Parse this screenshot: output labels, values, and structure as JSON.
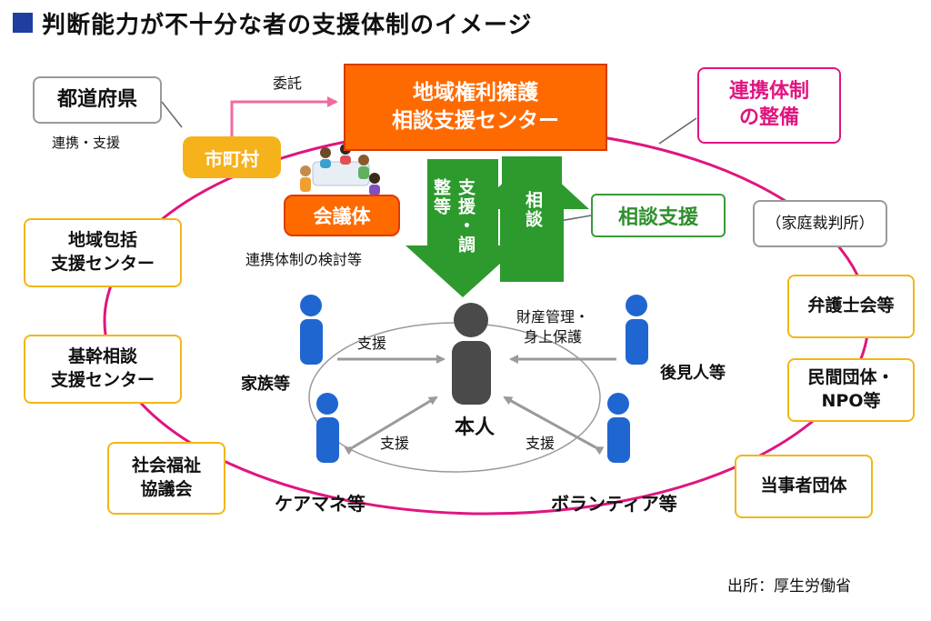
{
  "title": "判断能力が不十分な者の支援体制のイメージ",
  "nodes": {
    "prefecture": "都道府県",
    "prefecture_note": "連携・支援",
    "entrust": "委託",
    "center_line1": "地域権利擁護",
    "center_line2": "相談支援センター",
    "network_line1": "連携体制",
    "network_line2": "の整備",
    "municipality": "市町村",
    "council": "会議体",
    "council_note": "連携体制の検討等",
    "consult_support": "相談支援",
    "family_court": "（家庭裁判所）",
    "comm_center_line1": "地域包括",
    "comm_center_line2": "支援センター",
    "core_center_line1": "基幹相談",
    "core_center_line2": "支援センター",
    "welfare_line1": "社会福祉",
    "welfare_line2": "協議会",
    "bar_assoc": "弁護士会等",
    "npo_line1": "民間団体・",
    "npo_line2": "NPO等",
    "self_help": "当事者団体"
  },
  "arrows": {
    "down_label": "支援・調整等",
    "up_label": "相談"
  },
  "people": {
    "person": "本人",
    "family": "家族等",
    "guardian": "後見人等",
    "care_manager": "ケアマネ等",
    "volunteer": "ボランティア等",
    "support_left": "支援",
    "support_guardian_line1": "財産管理・",
    "support_guardian_line2": "身上保護",
    "support_care": "支援",
    "support_volunteer": "支援"
  },
  "source": "出所：厚生労働省",
  "colors": {
    "title_mark": "#1f3f9e",
    "orange": "#ff6a00",
    "yellow": "#f5b21a",
    "magenta": "#e0157f",
    "green": "#2f8f2f",
    "person_blue": "#1f66d1",
    "person_dark": "#4a4a4a"
  }
}
